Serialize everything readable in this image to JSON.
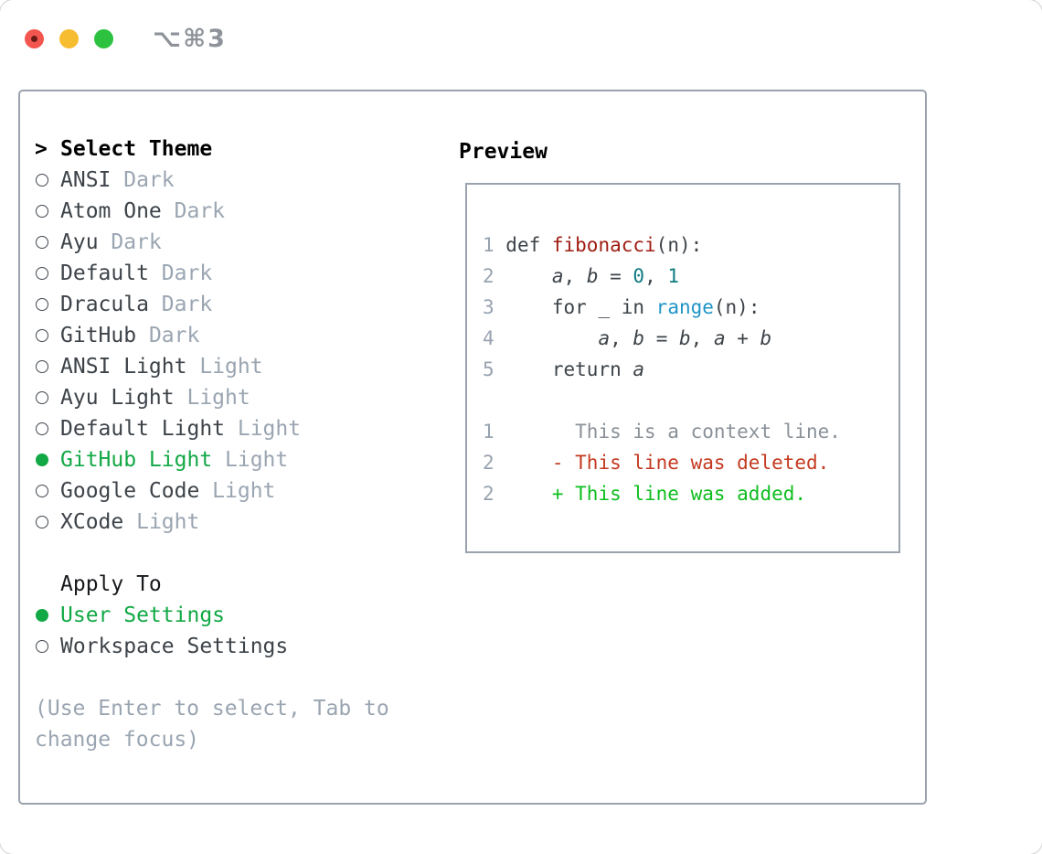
{
  "window": {
    "title": "⌥⌘3",
    "traffic_lights": [
      {
        "name": "close",
        "color": "#f2564e"
      },
      {
        "name": "minimize",
        "color": "#f7bd30"
      },
      {
        "name": "zoom",
        "color": "#2cc240"
      }
    ]
  },
  "colors": {
    "panel_border": "#9aa3ad",
    "text_primary": "#3d4349",
    "text_muted": "#9aa5b1",
    "selection_green": "#12a845",
    "syntax_function_red": "#9e1b10",
    "syntax_number_teal": "#0e7b80",
    "syntax_builtin_blue": "#1f95c6",
    "diff_deleted_red": "#c43a20",
    "diff_added_green": "#0fbe20"
  },
  "theme_selector": {
    "prompt": ">",
    "title": "Select Theme",
    "items": [
      {
        "name": "ANSI",
        "tag": "Dark",
        "selected": false
      },
      {
        "name": "Atom One",
        "tag": "Dark",
        "selected": false
      },
      {
        "name": "Ayu",
        "tag": "Dark",
        "selected": false
      },
      {
        "name": "Default",
        "tag": "Dark",
        "selected": false
      },
      {
        "name": "Dracula",
        "tag": "Dark",
        "selected": false
      },
      {
        "name": "GitHub",
        "tag": "Dark",
        "selected": false
      },
      {
        "name": "ANSI Light",
        "tag": "Light",
        "selected": false
      },
      {
        "name": "Ayu Light",
        "tag": "Light",
        "selected": false
      },
      {
        "name": "Default Light",
        "tag": "Light",
        "selected": false
      },
      {
        "name": "GitHub Light",
        "tag": "Light",
        "selected": true
      },
      {
        "name": "Google Code",
        "tag": "Light",
        "selected": false
      },
      {
        "name": "XCode",
        "tag": "Light",
        "selected": false
      }
    ]
  },
  "apply_to": {
    "title": "Apply To",
    "options": [
      {
        "name": "User Settings",
        "selected": true
      },
      {
        "name": "Workspace Settings",
        "selected": false
      }
    ]
  },
  "help_text": "(Use Enter to select, Tab to change focus)",
  "preview": {
    "title": "Preview",
    "lines": [
      {
        "num": "1",
        "segments": [
          {
            "text": "def ",
            "style": "code"
          },
          {
            "text": "fibonacci",
            "style": "function"
          },
          {
            "text": "(n):",
            "style": "code"
          }
        ]
      },
      {
        "num": "2",
        "segments": [
          {
            "text": "    ",
            "style": "code"
          },
          {
            "text": "a",
            "style": "variable"
          },
          {
            "text": ", ",
            "style": "code"
          },
          {
            "text": "b",
            "style": "variable"
          },
          {
            "text": " = ",
            "style": "code"
          },
          {
            "text": "0",
            "style": "number"
          },
          {
            "text": ", ",
            "style": "code"
          },
          {
            "text": "1",
            "style": "number"
          }
        ]
      },
      {
        "num": "3",
        "segments": [
          {
            "text": "    for _ in ",
            "style": "code"
          },
          {
            "text": "range",
            "style": "builtin"
          },
          {
            "text": "(n):",
            "style": "code"
          }
        ]
      },
      {
        "num": "4",
        "segments": [
          {
            "text": "        ",
            "style": "code"
          },
          {
            "text": "a",
            "style": "variable"
          },
          {
            "text": ", ",
            "style": "code"
          },
          {
            "text": "b",
            "style": "variable"
          },
          {
            "text": " = ",
            "style": "code"
          },
          {
            "text": "b",
            "style": "variable"
          },
          {
            "text": ", ",
            "style": "code"
          },
          {
            "text": "a",
            "style": "variable"
          },
          {
            "text": " + ",
            "style": "code"
          },
          {
            "text": "b",
            "style": "variable"
          }
        ]
      },
      {
        "num": "5",
        "segments": [
          {
            "text": "    return ",
            "style": "code"
          },
          {
            "text": "a",
            "style": "variable"
          }
        ]
      },
      {
        "num": "",
        "segments": []
      },
      {
        "num": "1",
        "segments": [
          {
            "text": "      This is a context line.",
            "style": "context"
          }
        ]
      },
      {
        "num": "2",
        "segments": [
          {
            "text": "    - This line was deleted.",
            "style": "deleted"
          }
        ]
      },
      {
        "num": "2",
        "segments": [
          {
            "text": "    + This line was added.",
            "style": "added"
          }
        ]
      }
    ]
  }
}
